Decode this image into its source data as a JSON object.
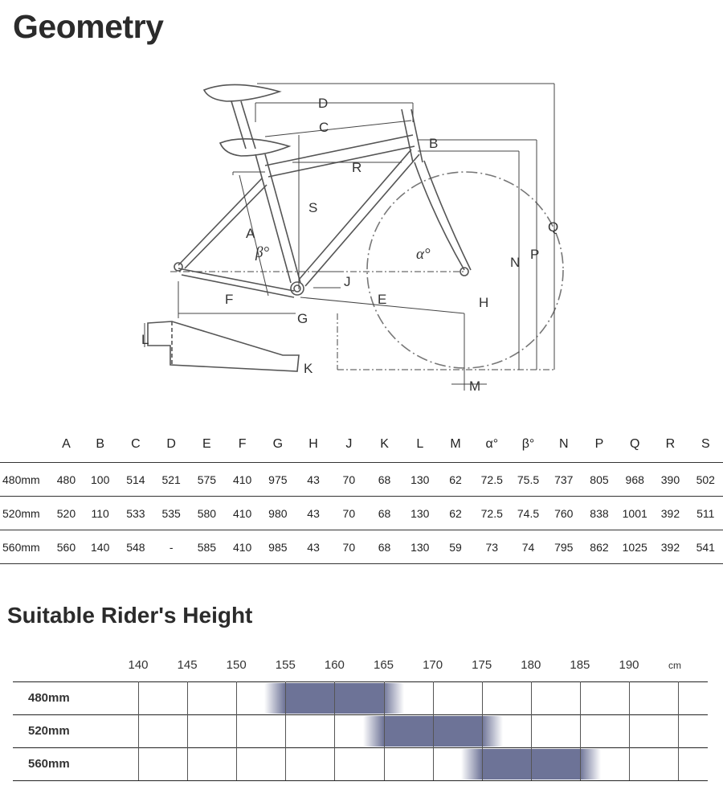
{
  "page": {
    "title": "Geometry",
    "subtitle": "Suitable Rider's Height"
  },
  "diagram_labels": {
    "A": "A",
    "B": "B",
    "C": "C",
    "D": "D",
    "E": "E",
    "F": "F",
    "G": "G",
    "H": "H",
    "J": "J",
    "K": "K",
    "L": "L",
    "M": "M",
    "N": "N",
    "P": "P",
    "Q": "Q",
    "R": "R",
    "S": "S",
    "alpha": "α°",
    "beta": "β°"
  },
  "geometry": {
    "columns": [
      "A",
      "B",
      "C",
      "D",
      "E",
      "F",
      "G",
      "H",
      "J",
      "K",
      "L",
      "M",
      "α°",
      "β°",
      "N",
      "P",
      "Q",
      "R",
      "S"
    ],
    "rows": [
      {
        "size": "480mm",
        "values": [
          "480",
          "100",
          "514",
          "521",
          "575",
          "410",
          "975",
          "43",
          "70",
          "68",
          "130",
          "62",
          "72.5",
          "75.5",
          "737",
          "805",
          "968",
          "390",
          "502"
        ]
      },
      {
        "size": "520mm",
        "values": [
          "520",
          "110",
          "533",
          "535",
          "580",
          "410",
          "980",
          "43",
          "70",
          "68",
          "130",
          "62",
          "72.5",
          "74.5",
          "760",
          "838",
          "1001",
          "392",
          "511"
        ]
      },
      {
        "size": "560mm",
        "values": [
          "560",
          "140",
          "548",
          "-",
          "585",
          "410",
          "985",
          "43",
          "70",
          "68",
          "130",
          "59",
          "73",
          "74",
          "795",
          "862",
          "1025",
          "392",
          "541"
        ]
      }
    ]
  },
  "height_chart": {
    "ticks": [
      "140",
      "145",
      "150",
      "155",
      "160",
      "165",
      "170",
      "175",
      "180",
      "185",
      "190"
    ],
    "unit": "cm",
    "bar_color": "#6d7397",
    "rows": [
      {
        "size": "480mm",
        "from": 155,
        "to": 165
      },
      {
        "size": "520mm",
        "from": 165,
        "to": 175
      },
      {
        "size": "560mm",
        "from": 175,
        "to": 185
      }
    ]
  }
}
